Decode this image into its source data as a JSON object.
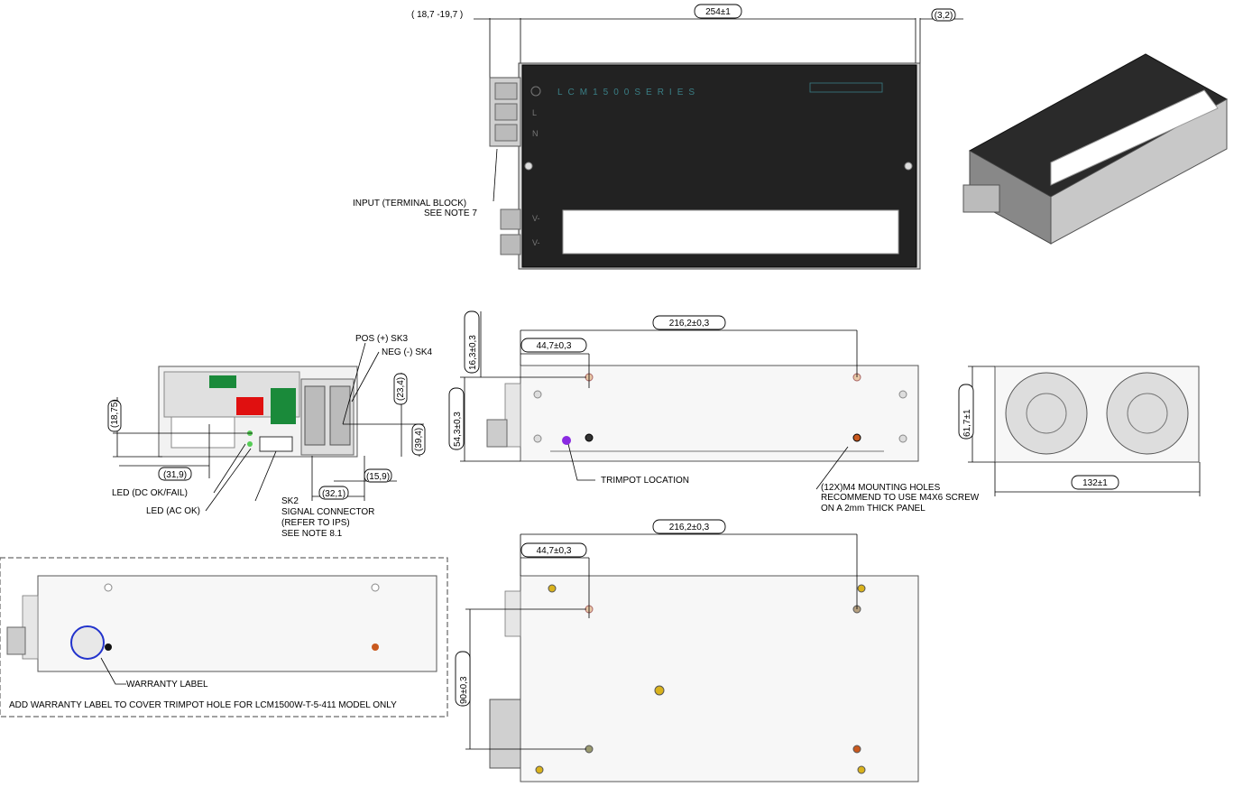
{
  "dimensions": {
    "top_left_offset": "( 18,7  -19,7   )",
    "top_length": "254±1",
    "top_right_offset": "(3,2)",
    "side_width_a": "216,2±0,3",
    "side_hole_a": "44,7±0,3",
    "side_height_16": "16,3±0,3",
    "side_height_54": "54,3±0,3",
    "front_18": "(18,75)",
    "front_23": "(23,4)",
    "front_39": "(39,4)",
    "front_31": "(31,9)",
    "front_15": "(15,9)",
    "front_32": "(32,1)",
    "rear_height": "61,7±1",
    "rear_width": "132±1",
    "bottom_width": "216,2±0,3",
    "bottom_hole": "44,7±0,3",
    "bottom_height": "90±0,3"
  },
  "labels": {
    "input_1": "INPUT (TERMINAL BLOCK)",
    "input_2": "SEE NOTE 7",
    "series_name": "LCM1500SERIES",
    "pos": "POS (+) SK3",
    "neg": "NEG (-) SK4",
    "led_dc": "LED (DC OK/FAIL)",
    "led_ac": "LED (AC OK)",
    "sk2_1": "SK2",
    "sk2_2": "SIGNAL CONNECTOR",
    "sk2_3": "(REFER TO IPS)",
    "sk2_4": "SEE NOTE 8.1",
    "trimpot": "TRIMPOT LOCATION",
    "mount_1": "(12X)M4 MOUNTING HOLES",
    "mount_2": "RECOMMEND TO USE M4X6 SCREW",
    "mount_3": "ON A 2mm THICK PANEL",
    "warranty": "WARRANTY LABEL",
    "warranty_note": "ADD WARRANTY LABEL TO COVER TRIMPOT HOLE FOR LCM1500W-T-5-411 MODEL ONLY",
    "pin_l": "L",
    "pin_n": "N",
    "pin_vneg": "V-",
    "pin_vpos": "V-"
  },
  "colors": {
    "top_cover": "#222222",
    "series_text": "#3a7f86",
    "trimpot": "#8a2be2",
    "hole_orange": "#c9591f",
    "hole_yellow": "#d9b21c"
  }
}
